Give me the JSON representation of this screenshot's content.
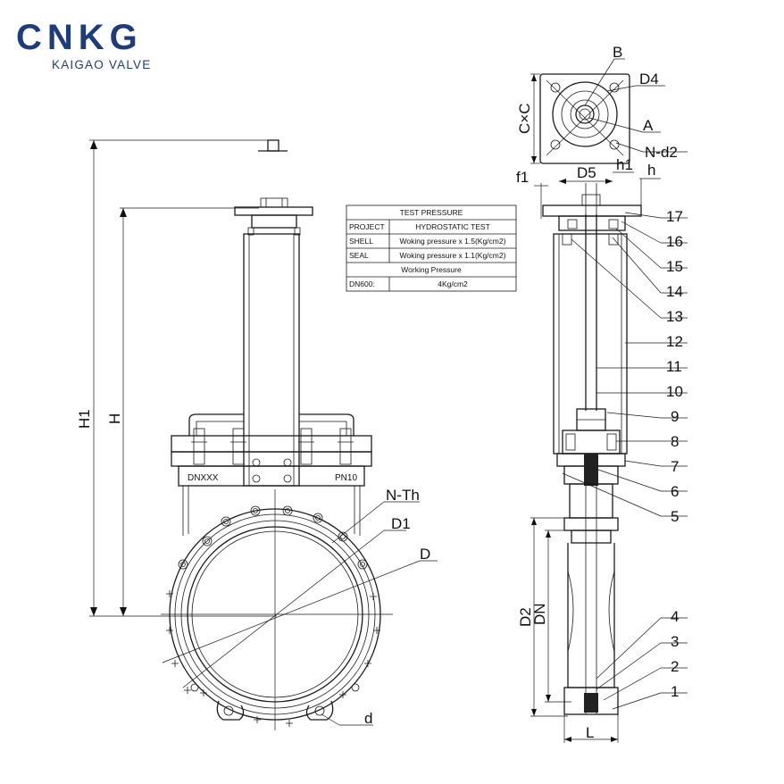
{
  "logo": {
    "brand": "CNKG",
    "subtitle": "KAIGAO VALVE",
    "color": "#1f3c7a"
  },
  "front_view": {
    "dims": {
      "h1": "H1",
      "h": "H",
      "nth": "N-Th",
      "d1": "D1",
      "d": "D",
      "bolt_d": "d"
    },
    "plate_left": "DNXXX",
    "plate_right": "PN10"
  },
  "top_view": {
    "b": "B",
    "d4": "D4",
    "a": "A",
    "nd2": "N-d2",
    "cxc": "C×C"
  },
  "side_view": {
    "f1": "f1",
    "d5": "D5",
    "h1": "h1",
    "h": "h",
    "d2": "D2",
    "dn": "DN",
    "l": "L",
    "parts": [
      "17",
      "16",
      "15",
      "14",
      "13",
      "12",
      "11",
      "10",
      "9",
      "8",
      "7",
      "6",
      "5",
      "4",
      "3",
      "2",
      "1"
    ]
  },
  "test_table": {
    "title": "TEST PRESSURE",
    "rows": [
      [
        "PROJECT",
        "HYDROSTATIC TEST"
      ],
      [
        "SHELL",
        "Woking pressure x 1.5(Kg/cm2)"
      ],
      [
        "SEAL",
        "Woking pressure x 1.1(Kg/cm2)"
      ],
      [
        "",
        "Working Pressure"
      ],
      [
        "DN600:",
        "4Kg/cm2"
      ]
    ]
  }
}
